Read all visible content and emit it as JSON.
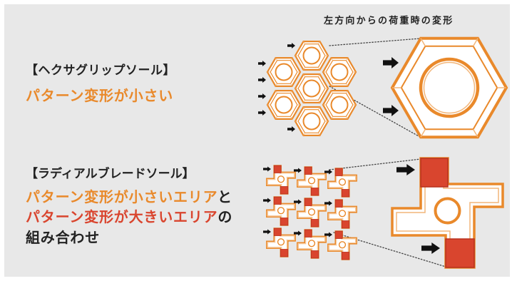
{
  "colors": {
    "background": "#e8e8e8",
    "orange": "#e9892b",
    "orange_light": "#f2b67a",
    "red": "#d9452e",
    "red_dark": "#b8321f",
    "text": "#222222",
    "arrow": "#111111",
    "dotted": "#444444"
  },
  "icons": {
    "load_direction": "arrow-right-icon"
  },
  "deformation_caption": "左方向からの荷重時の変形",
  "hexagrip": {
    "heading": "【ヘクサグリップソール】",
    "description": "パターン変形が小さい"
  },
  "radial_blade": {
    "heading": "【ラディアルブレードソール】",
    "line1": {
      "highlight": "パターン変形が小さいエリア",
      "suffix": "と"
    },
    "line2": {
      "highlight": "パターン変形が大きいエリア",
      "suffix": "の"
    },
    "line3": "組み合わせ"
  }
}
